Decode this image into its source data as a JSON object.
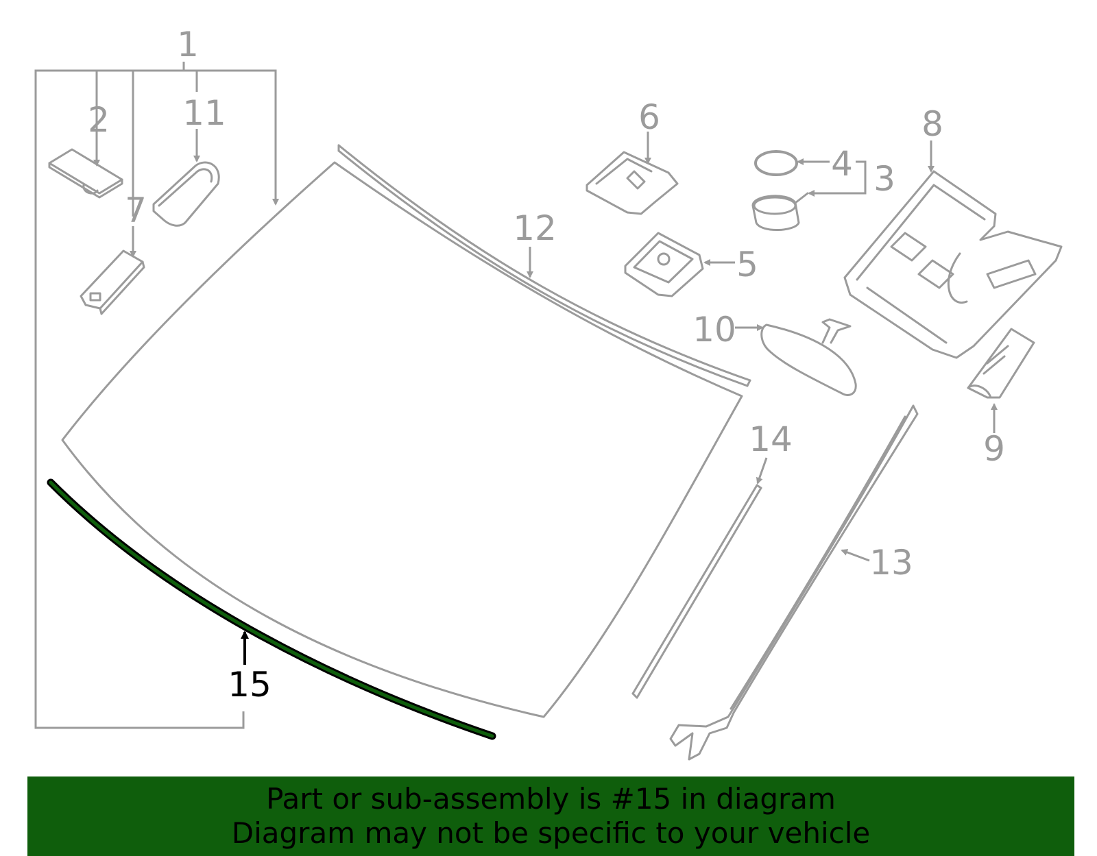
{
  "colors": {
    "line_gray": "#9b9b9b",
    "highlight_green": "#0f5e0c",
    "banner_green": "#0f5e0c",
    "banner_text": "#000000",
    "highlight_text": "#000000"
  },
  "callouts": {
    "c1": "1",
    "c2": "2",
    "c3": "3",
    "c4": "4",
    "c5": "5",
    "c6": "6",
    "c7": "7",
    "c8": "8",
    "c9": "9",
    "c10": "10",
    "c11": "11",
    "c12": "12",
    "c13": "13",
    "c14": "14",
    "c15": "15"
  },
  "banner": {
    "line1": "Part or sub-assembly is #15 in diagram",
    "line2": "Diagram may not be specific to your vehicle"
  }
}
